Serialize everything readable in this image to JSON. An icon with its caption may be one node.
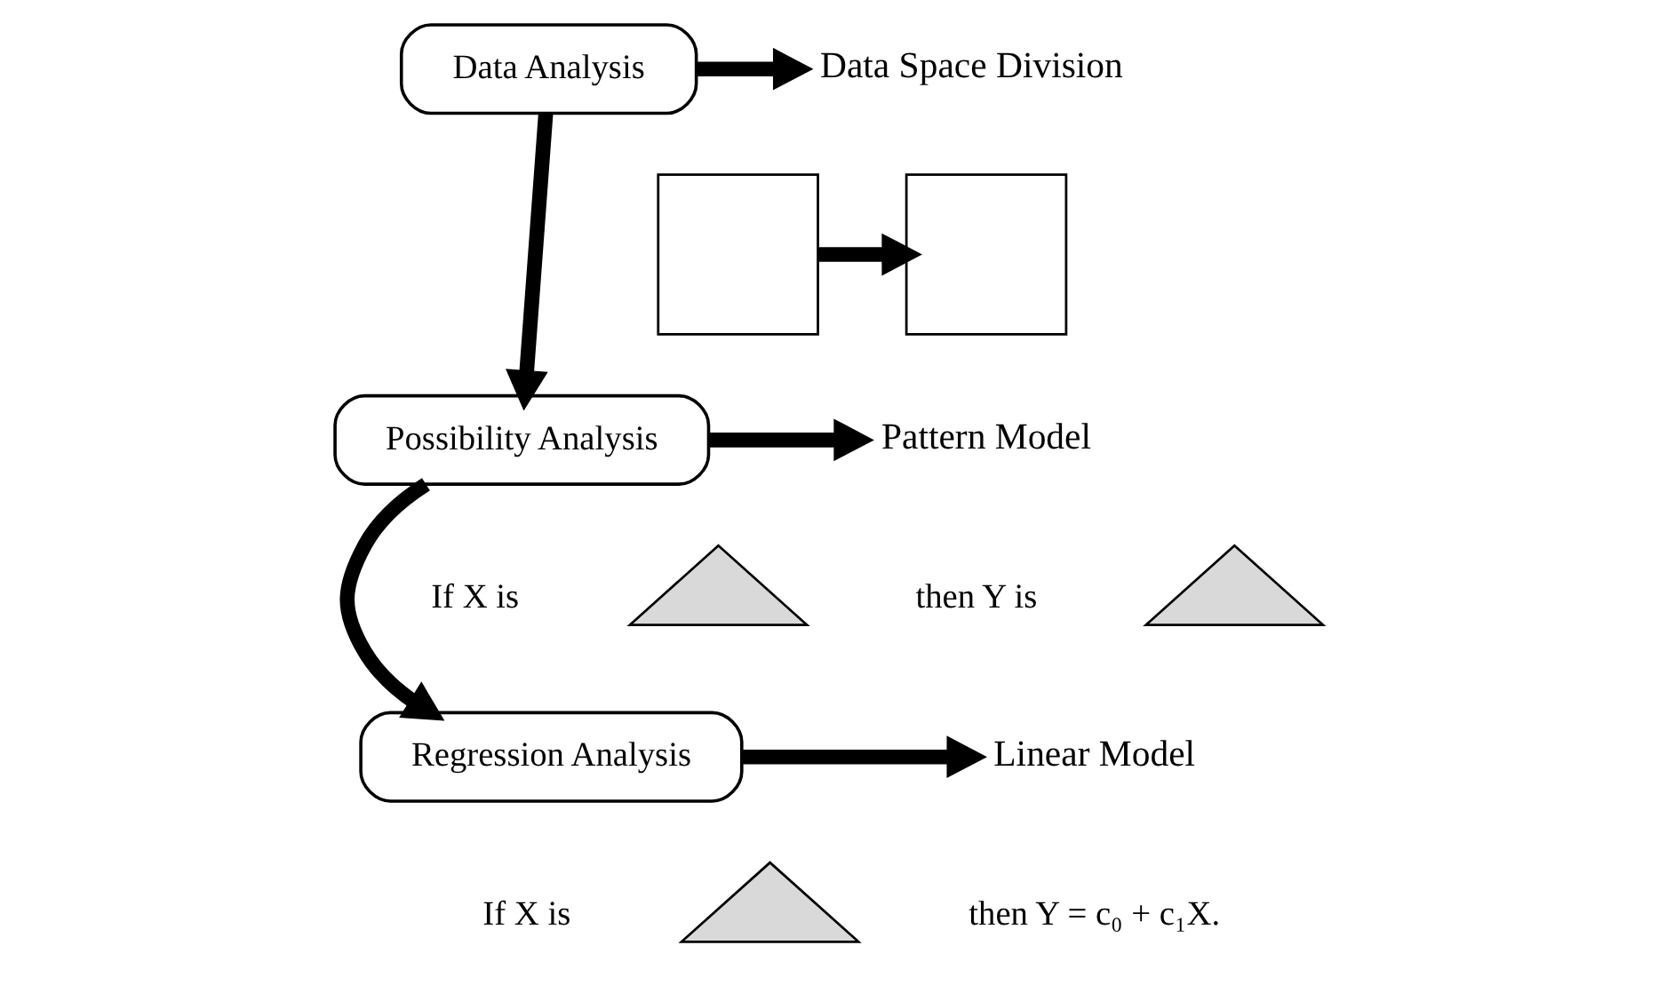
{
  "diagram": {
    "nodes": [
      {
        "text": [
          "Data Analysis"
        ]
      },
      {
        "text": [
          "Data Space Division"
        ]
      },
      {
        "text": [],
        "shape": "box"
      },
      {
        "text": [],
        "shape": "box"
      },
      {
        "text": [
          "Possibility Analysis"
        ]
      },
      {
        "text": [
          "Pattern Model"
        ]
      },
      {
        "text": [
          "If X is"
        ]
      },
      {
        "text": [],
        "shape": "triangle"
      },
      {
        "text": [
          "then Y is"
        ]
      },
      {
        "text": [],
        "shape": "triangle"
      },
      {
        "text": [
          "Regression Analysis"
        ]
      },
      {
        "text": [
          "Linear Model"
        ]
      },
      {
        "text": [
          "If X is"
        ]
      },
      {
        "text": [],
        "shape": "triangle"
      },
      {
        "text": [
          "then Y = c₀ + c₁X."
        ]
      }
    ],
    "edges": [
      {
        "from": 0,
        "to": 1,
        "arrow": "to"
      },
      {
        "from": 2,
        "to": 3,
        "arrow": "to"
      },
      {
        "from": 0,
        "to": 4,
        "arrow": "to"
      },
      {
        "from": 4,
        "to": 5,
        "arrow": "to"
      },
      {
        "from": 4,
        "to": 10,
        "arrow": "to"
      },
      {
        "from": 10,
        "to": 11,
        "arrow": "to"
      }
    ]
  }
}
